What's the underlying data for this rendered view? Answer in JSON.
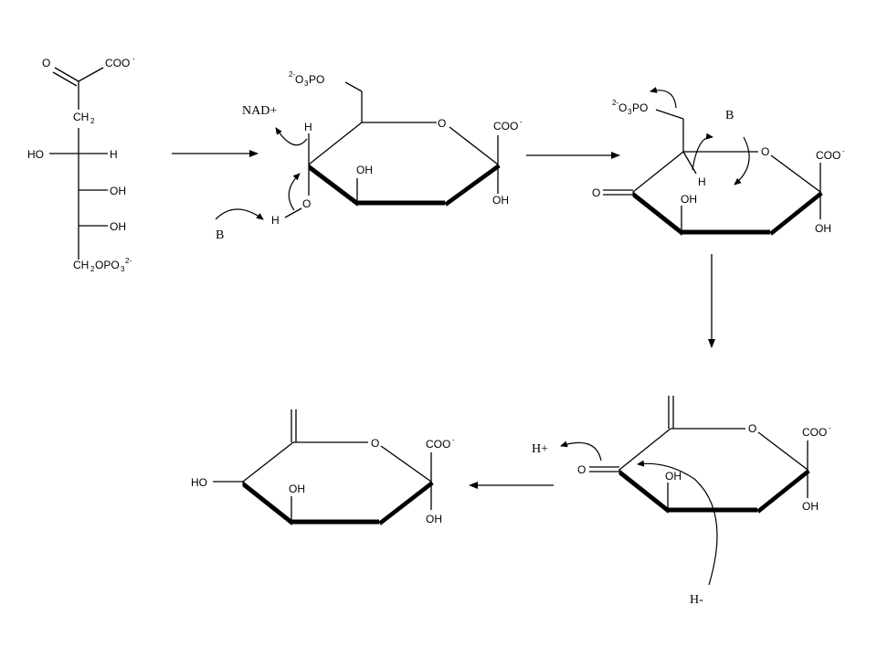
{
  "labels": {
    "O": "O",
    "COO": "COO",
    "minus": "-",
    "CH": "CH",
    "two": "2",
    "HO": "HO",
    "H": "H",
    "OH": "OH",
    "CH2OPO3_main": "CH",
    "OPO": "OPO",
    "three": "3",
    "twominus": "2-",
    "O3PO": "O",
    "PO": "PO",
    "NAD": "NAD+",
    "B": "B",
    "Hplus": "H+",
    "Hminus": "H-"
  }
}
